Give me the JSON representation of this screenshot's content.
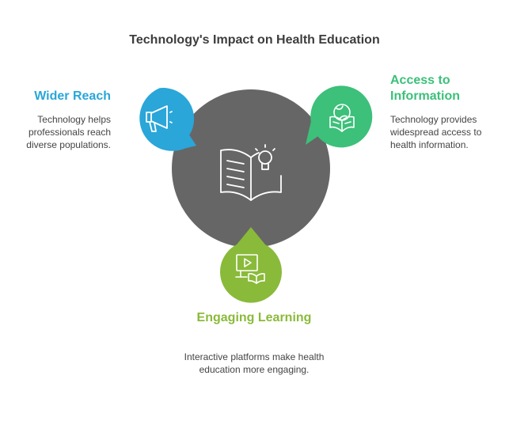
{
  "title": "Technology's Impact on Health Education",
  "colors": {
    "center": "#666666",
    "wider_reach": "#2aa6d9",
    "access": "#3cc07a",
    "engaging": "#8aba3a",
    "icon_stroke": "#ffffff"
  },
  "center_icon": "open-book-lightbulb-icon",
  "items": [
    {
      "key": "wider_reach",
      "heading": "Wider Reach",
      "description": "Technology helps professionals reach diverse populations.",
      "icon": "megaphone-icon"
    },
    {
      "key": "access",
      "heading": "Access to Information",
      "description": "Technology provides widespread access to health information.",
      "icon": "globe-book-icon"
    },
    {
      "key": "engaging",
      "heading": "Engaging Learning",
      "description": "Interactive platforms make health education more engaging.",
      "icon": "video-book-icon"
    }
  ]
}
